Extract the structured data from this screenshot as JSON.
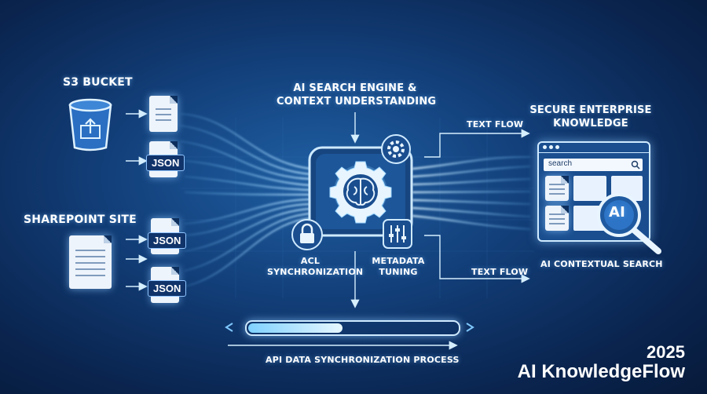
{
  "sources": {
    "s3_label": "S3 BUCKET",
    "sharepoint_label": "SHAREPOINT SITE",
    "json_label": "JSON"
  },
  "engine": {
    "title_line1": "AI SEARCH ENGINE &",
    "title_line2": "CONTEXT UNDERSTANDING",
    "acl_line1": "ACL",
    "acl_line2": "SYNCHRONIZATION",
    "meta_line1": "METADATA",
    "meta_line2": "TUNING"
  },
  "output": {
    "title_line1": "SECURE ENTERPRISE",
    "title_line2": "KNOWLEDGE",
    "text_flow_top": "TEXT FLOW",
    "text_flow_bottom": "TEXT FLOW",
    "search_placeholder": "search",
    "ai_badge": "AI",
    "caption": "AI CONTEXTUAL SEARCH"
  },
  "process": {
    "caption": "API DATA SYNCHRONIZATION PROCESS"
  },
  "footer": {
    "year": "2025",
    "brand": "AI KnowledgeFlow"
  }
}
